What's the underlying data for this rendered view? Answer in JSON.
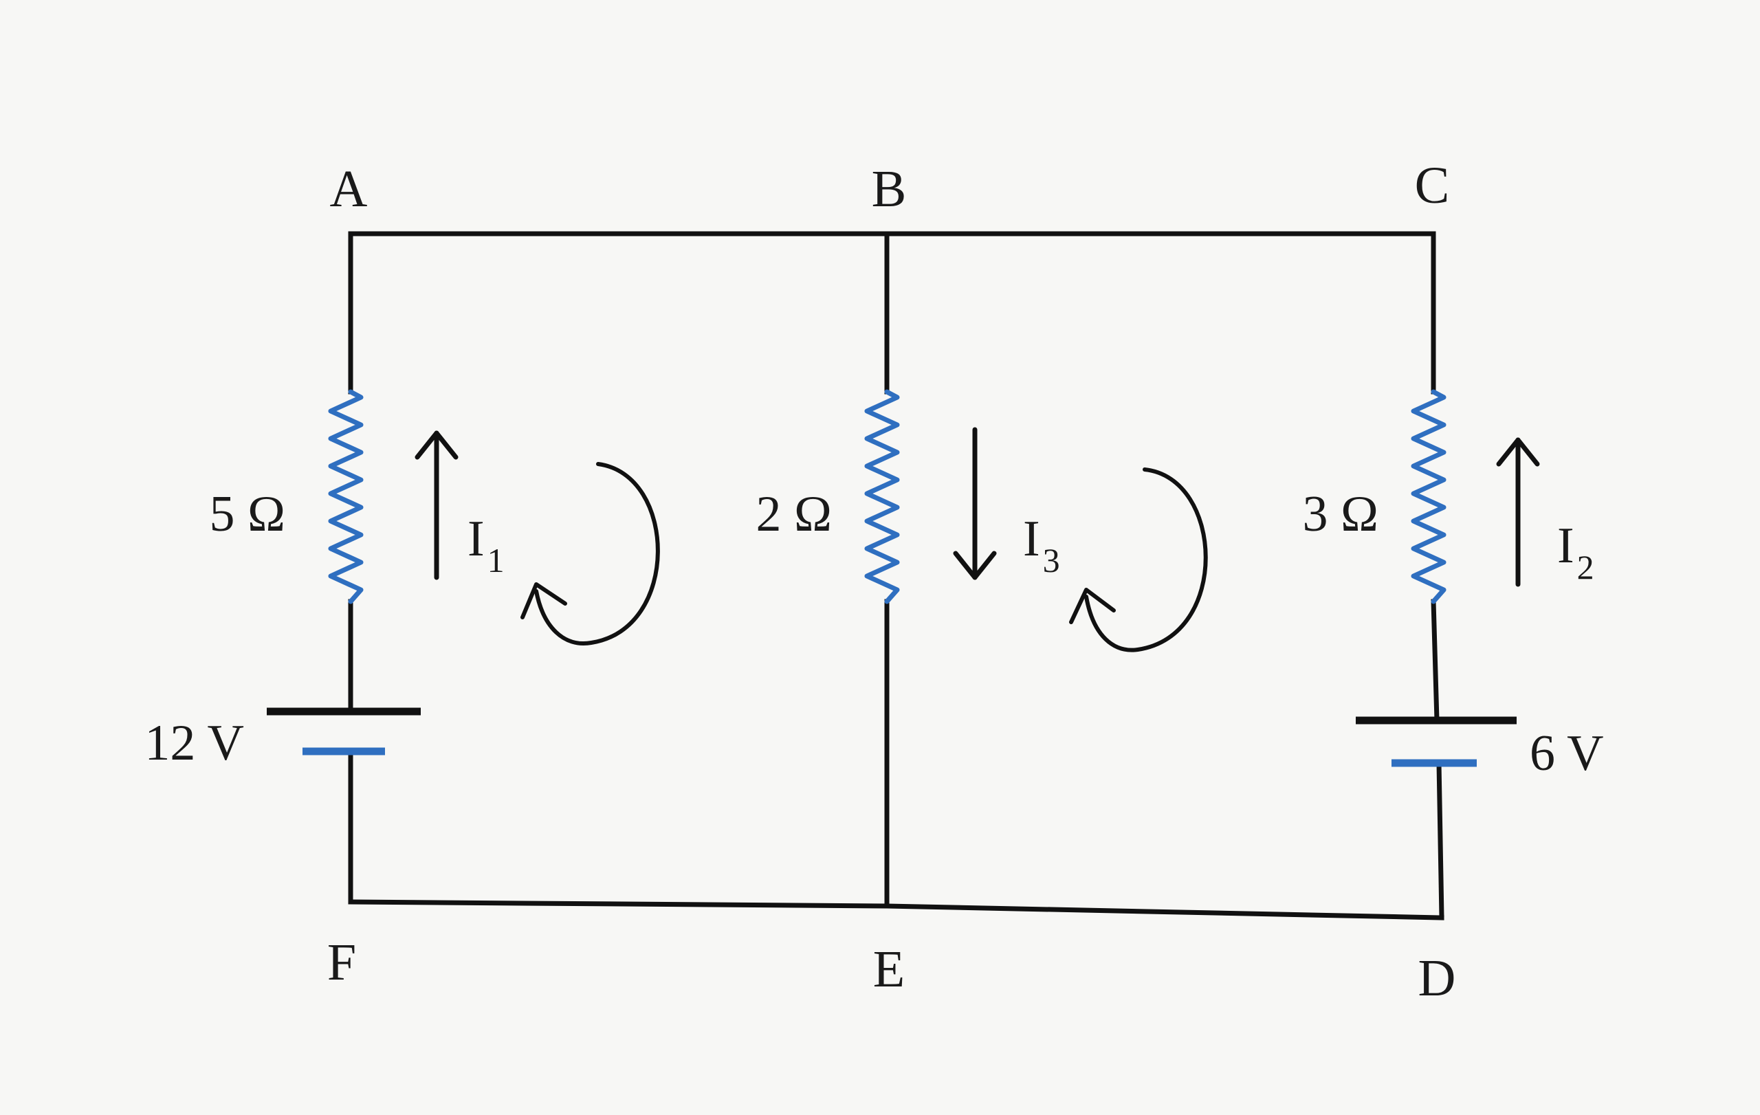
{
  "diagram": {
    "nodes": {
      "A": "A",
      "B": "B",
      "C": "C",
      "D": "D",
      "E": "E",
      "F": "F"
    },
    "resistors": {
      "left": "5 Ω",
      "middle": "2 Ω",
      "right": "3 Ω"
    },
    "batteries": {
      "left": "12 V",
      "right": "6 V"
    },
    "currents": {
      "i1": {
        "main": "I",
        "sub": "1"
      },
      "i3": {
        "main": "I",
        "sub": "3"
      },
      "i2": {
        "main": "I",
        "sub": "2"
      }
    },
    "colors": {
      "wire": "#111111",
      "resistor": "#2f6fc0",
      "background": "#f7f7f5"
    }
  }
}
